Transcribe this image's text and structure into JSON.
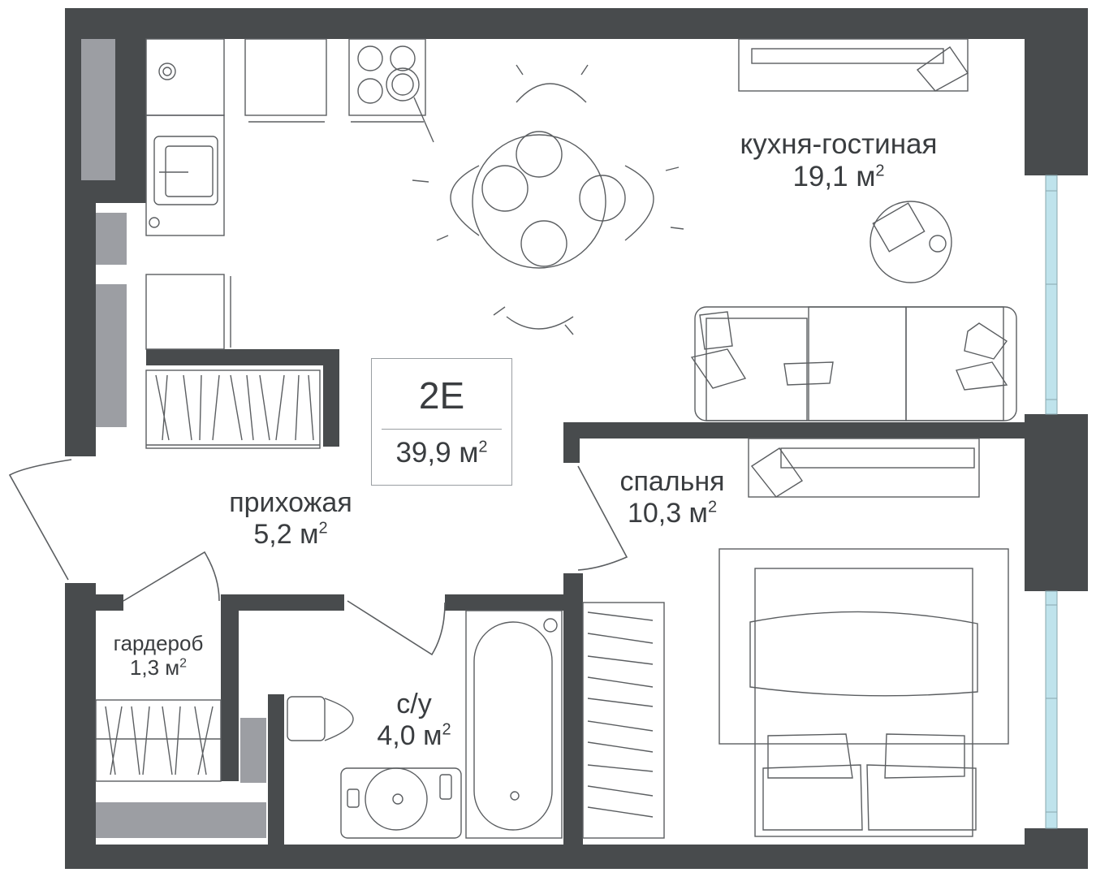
{
  "plan": {
    "code": "2E",
    "total_area": "39,9 м",
    "total_area_unit_sup": "2"
  },
  "rooms": {
    "living": {
      "name": "кухня-гостиная",
      "area": "19,1 м",
      "sup": "2"
    },
    "bedroom": {
      "name": "спальня",
      "area": "10,3 м",
      "sup": "2"
    },
    "hall": {
      "name": "прихожая",
      "area": "5,2 м",
      "sup": "2"
    },
    "wardrobe": {
      "name": "гардероб",
      "area": "1,3 м",
      "sup": "2"
    },
    "bathroom": {
      "name": "с/у",
      "area": "4,0 м",
      "sup": "2"
    }
  },
  "colors": {
    "wall": "#484b4d",
    "wall_inner": "#9c9ea3",
    "furniture": "#5b5e61",
    "window": "#bfe3ec"
  }
}
